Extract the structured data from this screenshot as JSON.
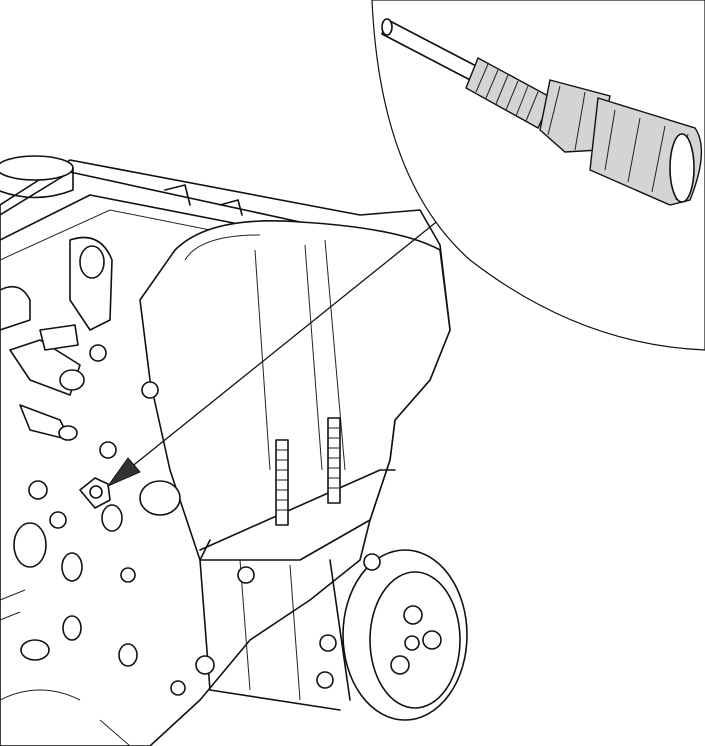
{
  "figure": {
    "kind": "technical-illustration",
    "subject": "engine",
    "detail_callout": "sensor",
    "colors": {
      "line": "#111111",
      "background": "#ffffff",
      "shading": "#d4d4d4"
    }
  }
}
